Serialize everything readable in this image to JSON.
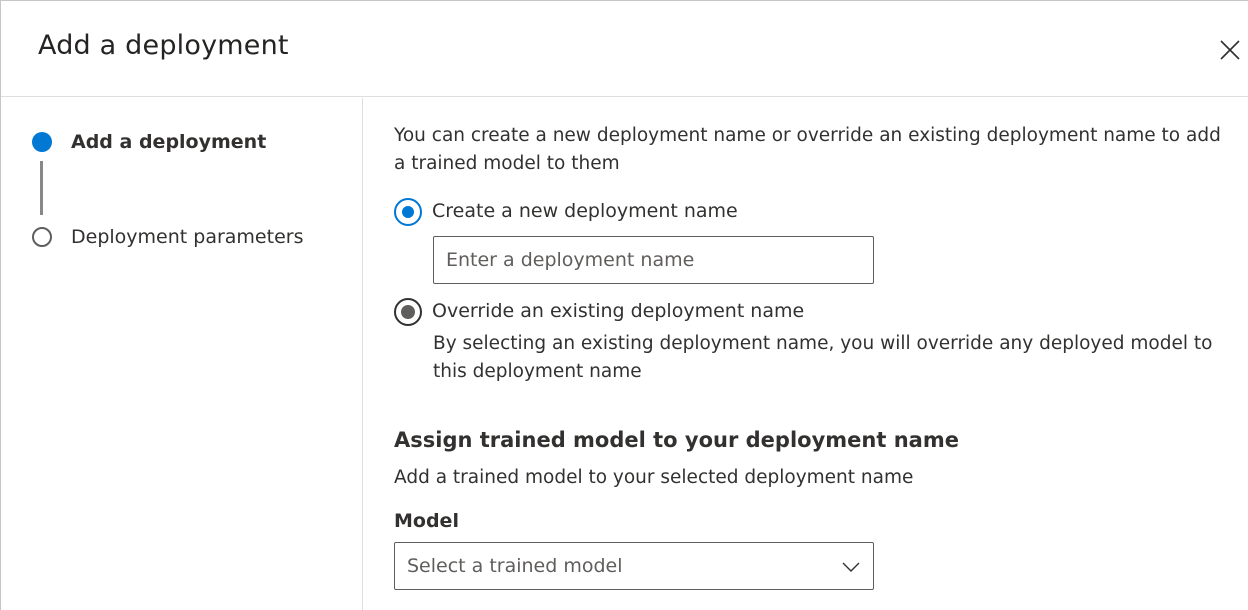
{
  "dialog": {
    "title": "Add a deployment"
  },
  "steps": [
    {
      "label": "Add a deployment",
      "state": "active"
    },
    {
      "label": "Deployment parameters",
      "state": "pending"
    }
  ],
  "content": {
    "intro": "You can create a new deployment name or override an existing deployment name to add a trained model to them",
    "option_new": {
      "label": "Create a new deployment name",
      "selected": true,
      "input_placeholder": "Enter a deployment name",
      "input_value": ""
    },
    "option_override": {
      "label": "Override an existing deployment name",
      "selected": false,
      "description": "By selecting an existing deployment name, you will override any deployed model to this deployment name"
    },
    "assign": {
      "title": "Assign trained model to your deployment name",
      "description": "Add a trained model to your selected deployment name",
      "model_label": "Model",
      "model_placeholder": "Select a trained model"
    }
  },
  "icons": {
    "close": "close-icon",
    "chevron": "chevron-down-icon"
  },
  "colors": {
    "accent": "#0078d4",
    "text": "#323130",
    "border": "#605e5c"
  }
}
